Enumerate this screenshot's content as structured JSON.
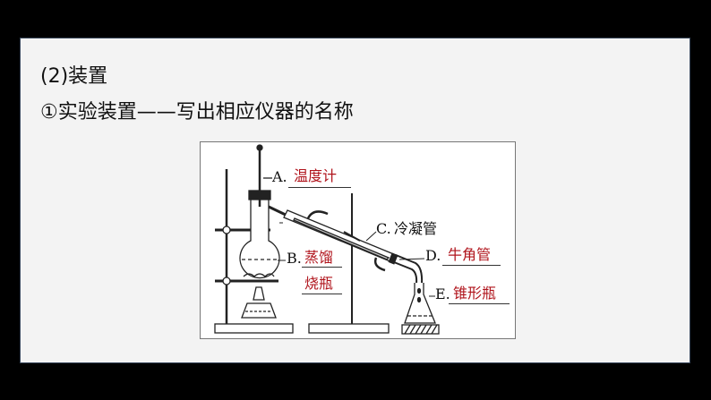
{
  "section_heading": "(2)装置",
  "subheading": "①实验装置——写出相应仪器的名称",
  "diagram": {
    "labels": [
      {
        "letter": "A.",
        "answer": "温度计"
      },
      {
        "letter": "B.",
        "answer_line1": "蒸馏",
        "answer_line2": "烧瓶"
      },
      {
        "letter": "C.",
        "name": "冷凝管"
      },
      {
        "letter": "D.",
        "answer": "牛角管"
      },
      {
        "letter": "E.",
        "answer": "锥形瓶"
      }
    ]
  },
  "colors": {
    "answer": "#b0141c",
    "panel": "#f3f3f3",
    "frame": "#000000"
  }
}
